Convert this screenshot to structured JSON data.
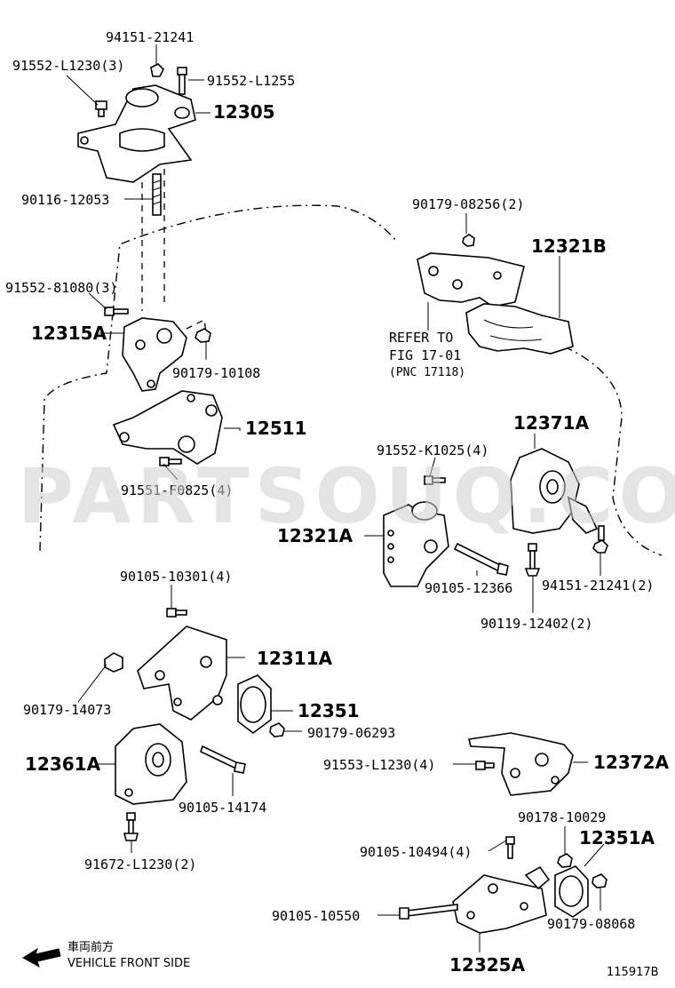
{
  "parts": {
    "p_94151_21241": "94151-21241",
    "p_91552_L1230_3": "91552-L1230(3)",
    "p_91552_L1255": "91552-L1255",
    "p_12305": "12305",
    "p_90116_12053": "90116-12053",
    "p_90179_08256_2": "90179-08256(2)",
    "p_12321B": "12321B",
    "p_91552_81080_3": "91552-81080(3)",
    "p_12315A": "12315A",
    "p_90179_10108": "90179-10108",
    "p_12511": "12511",
    "p_91551_F0825_4": "91551-F0825(4)",
    "p_12371A": "12371A",
    "p_91552_K1025_4": "91552-K1025(4)",
    "p_12321A": "12321A",
    "p_90105_12366": "90105-12366",
    "p_94151_21241_2": "94151-21241(2)",
    "p_90119_12402_2": "90119-12402(2)",
    "p_90105_10301_4": "90105-10301(4)",
    "p_12311A": "12311A",
    "p_90179_14073": "90179-14073",
    "p_12351": "12351",
    "p_90179_06293": "90179-06293",
    "p_12361A": "12361A",
    "p_90105_14174": "90105-14174",
    "p_91553_L1230_4": "91553-L1230(4)",
    "p_12372A": "12372A",
    "p_91672_L1230_2": "91672-L1230(2)",
    "p_90178_10029": "90178-10029",
    "p_90105_10494_4": "90105-10494(4)",
    "p_12351A": "12351A",
    "p_90105_10550": "90105-10550",
    "p_90179_08068": "90179-08068",
    "p_12325A": "12325A"
  },
  "refer": {
    "line1": "REFER TO",
    "line2": "FIG 17-01",
    "line3": "(PNC 17118)"
  },
  "legend": {
    "japanese": "車両前方",
    "english": "VEHICLE FRONT SIDE"
  },
  "figure_id": "115917B",
  "watermark": "PARTSOUQ.COM"
}
